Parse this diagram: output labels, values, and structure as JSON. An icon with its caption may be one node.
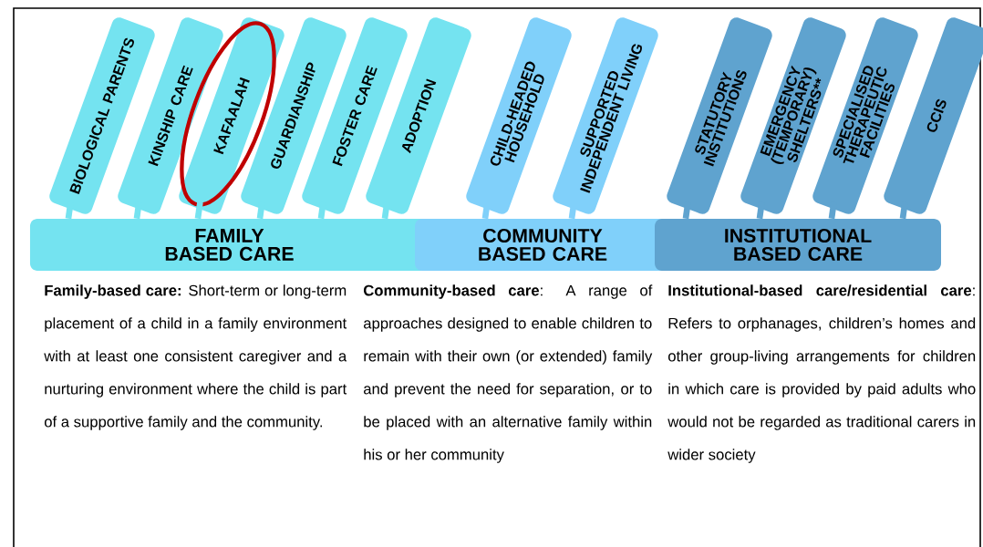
{
  "diagram": {
    "nodes": [
      {
        "text": [
          "BIOLOGICAL PARENTS"
        ]
      },
      {
        "text": [
          "KINSHIP CARE"
        ]
      },
      {
        "text": [
          "KAFAALAH"
        ]
      },
      {
        "text": [
          "GUARDIANSHIP"
        ]
      },
      {
        "text": [
          "FOSTER CARE"
        ]
      },
      {
        "text": [
          "ADOPTION"
        ]
      },
      {
        "text": [
          "CHILD-HEADED HOUSEHOLD"
        ]
      },
      {
        "text": [
          "SUPPORTED INDEPENDENT LIVING"
        ]
      },
      {
        "text": [
          "STATUTORY INSTITUTIONS"
        ]
      },
      {
        "text": [
          "EMERGENCY (TEMPORARY) SHELTERS**"
        ]
      },
      {
        "text": [
          "SPECIALISED THERAPEUTIC FACILITIES"
        ]
      },
      {
        "text": [
          "CCIS"
        ]
      },
      {
        "text": [
          "FAMILY BASED CARE"
        ]
      },
      {
        "text": [
          "COMMUNITY BASED CARE"
        ]
      },
      {
        "text": [
          "INSTITUTIONAL BASED CARE"
        ]
      }
    ],
    "edges": [
      {
        "from": 0,
        "to": 12,
        "arrow": "none"
      },
      {
        "from": 1,
        "to": 12,
        "arrow": "none"
      },
      {
        "from": 2,
        "to": 12,
        "arrow": "none"
      },
      {
        "from": 3,
        "to": 12,
        "arrow": "none"
      },
      {
        "from": 4,
        "to": 12,
        "arrow": "none"
      },
      {
        "from": 5,
        "to": 12,
        "arrow": "none"
      },
      {
        "from": 6,
        "to": 13,
        "arrow": "none",
        "color": "#80d0fa"
      },
      {
        "from": 7,
        "to": 13,
        "arrow": "none",
        "color": "#80d0fa"
      },
      {
        "from": 8,
        "to": 14,
        "arrow": "none",
        "color": "#5fa3cf"
      },
      {
        "from": 9,
        "to": 14,
        "arrow": "none",
        "color": "#5fa3cf"
      },
      {
        "from": 10,
        "to": 14,
        "arrow": "none",
        "color": "#5fa3cf"
      },
      {
        "from": 11,
        "to": 14,
        "arrow": "none",
        "color": "#5fa3cf"
      }
    ],
    "labels": [
      "**Family-based care:** Short-term or long-term placement of a child in a family environment with at least one consistent caregiver and a nurturing environment where the child is part of a supportive family and the community.",
      "**Community-based care**: A range of approaches designed to enable children to remain with their own (or extended) family and prevent the need for separation, or to be placed with an alternative family within his or her community",
      "**Institutional-based care/residential care**: Refers to orphanages, children’s homes and other group-living arrangements for children in which care is provided by paid adults who would not be regarded as traditional carers in wider society"
    ]
  }
}
